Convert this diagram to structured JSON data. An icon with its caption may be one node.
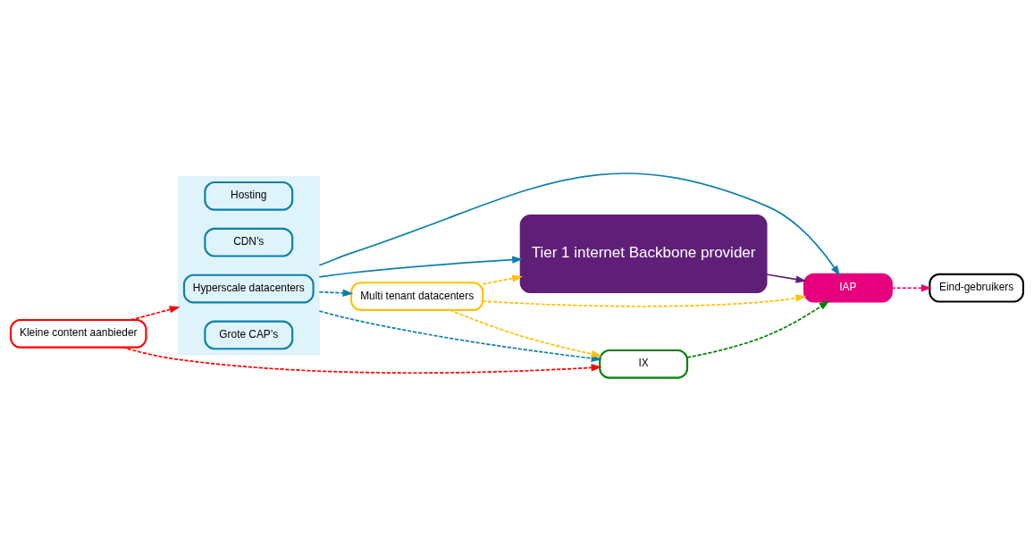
{
  "diagram": {
    "nodes": [
      {
        "text": [
          "Kleine content aanbieder"
        ]
      },
      {
        "text": [],
        "shape": "box"
      },
      {
        "text": [
          "Hosting"
        ],
        "in": 1
      },
      {
        "text": [
          "CDN’s"
        ],
        "in": 1
      },
      {
        "text": [
          "Hyperscale datacenters"
        ],
        "in": 1
      },
      {
        "text": [
          "Grote CAP’s"
        ],
        "in": 1
      },
      {
        "text": [
          "Tier 1 internet Backbone provider"
        ]
      },
      {
        "text": [
          "Multi tenant datacenters"
        ]
      },
      {
        "text": [
          "IX"
        ]
      },
      {
        "text": [
          "IAP"
        ]
      },
      {
        "text": [
          "Eind-gebruikers"
        ]
      }
    ],
    "edges": [
      {
        "from": 0,
        "to": 1,
        "arrow": "to",
        "style": "dashed",
        "color": "#ff0000"
      },
      {
        "from": 0,
        "to": 8,
        "arrow": "to",
        "style": "dashed",
        "color": "#ff0000"
      },
      {
        "from": 1,
        "to": 6,
        "arrow": "to",
        "color": "#0b7fab"
      },
      {
        "from": 1,
        "to": 7,
        "arrow": "to",
        "style": "dashed",
        "color": "#0b7fab"
      },
      {
        "from": 1,
        "to": 8,
        "arrow": "to",
        "style": "dashed",
        "color": "#0b7fab"
      },
      {
        "from": 1,
        "to": 9,
        "arrow": "to",
        "color": "#0b7fab"
      },
      {
        "from": 7,
        "to": 6,
        "arrow": "to",
        "style": "dashed",
        "color": "#ffc000"
      },
      {
        "from": 7,
        "to": 8,
        "arrow": "to",
        "style": "dashed",
        "color": "#ffc000"
      },
      {
        "from": 7,
        "to": 9,
        "arrow": "to",
        "style": "dashed",
        "color": "#ffc000"
      },
      {
        "from": 8,
        "to": 9,
        "arrow": "to",
        "style": "dashed",
        "color": "#008000"
      },
      {
        "from": 6,
        "to": 9,
        "arrow": "to",
        "color": "#5f1f78"
      },
      {
        "from": 9,
        "to": 10,
        "arrow": "to",
        "style": "dashed",
        "color": "#e6007e"
      }
    ]
  }
}
